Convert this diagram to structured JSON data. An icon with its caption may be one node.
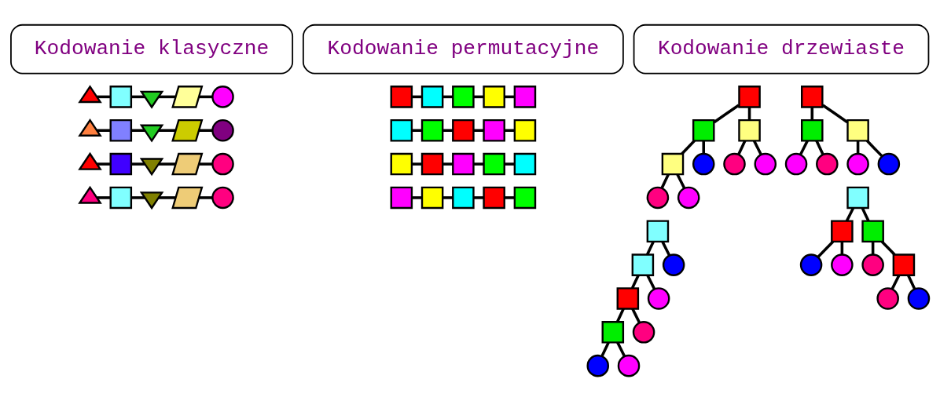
{
  "diagram": {
    "nodes": [
      {
        "text": [
          "Kodowanie klasyczne"
        ]
      },
      {
        "text": [
          "Kodowanie permutacyjne"
        ]
      },
      {
        "text": [
          "Kodowanie drzewiaste"
        ]
      },
      {
        "text": [],
        "shape": "triangle"
      },
      {
        "text": [],
        "shape": "box"
      },
      {
        "text": [],
        "shape": "triangle"
      },
      {
        "text": [],
        "shape": "parallelogram"
      },
      {
        "text": [],
        "shape": "circle"
      },
      {
        "text": [],
        "shape": "triangle"
      },
      {
        "text": [],
        "shape": "box"
      },
      {
        "text": [],
        "shape": "triangle"
      },
      {
        "text": [],
        "shape": "parallelogram"
      },
      {
        "text": [],
        "shape": "circle"
      },
      {
        "text": [],
        "shape": "triangle"
      },
      {
        "text": [],
        "shape": "box"
      },
      {
        "text": [],
        "shape": "triangle"
      },
      {
        "text": [],
        "shape": "parallelogram"
      },
      {
        "text": [],
        "shape": "circle"
      },
      {
        "text": [],
        "shape": "triangle"
      },
      {
        "text": [],
        "shape": "box"
      },
      {
        "text": [],
        "shape": "triangle"
      },
      {
        "text": [],
        "shape": "parallelogram"
      },
      {
        "text": [],
        "shape": "circle"
      },
      {
        "text": [],
        "shape": "box"
      },
      {
        "text": [],
        "shape": "box"
      },
      {
        "text": [],
        "shape": "box"
      },
      {
        "text": [],
        "shape": "box"
      },
      {
        "text": [],
        "shape": "box"
      },
      {
        "text": [],
        "shape": "box"
      },
      {
        "text": [],
        "shape": "box"
      },
      {
        "text": [],
        "shape": "box"
      },
      {
        "text": [],
        "shape": "box"
      },
      {
        "text": [],
        "shape": "box"
      },
      {
        "text": [],
        "shape": "box"
      },
      {
        "text": [],
        "shape": "box"
      },
      {
        "text": [],
        "shape": "box"
      },
      {
        "text": [],
        "shape": "box"
      },
      {
        "text": [],
        "shape": "box"
      },
      {
        "text": [],
        "shape": "box"
      },
      {
        "text": [],
        "shape": "box"
      },
      {
        "text": [],
        "shape": "box"
      },
      {
        "text": [],
        "shape": "box"
      },
      {
        "text": [],
        "shape": "box"
      },
      {
        "text": [],
        "shape": "box"
      },
      {
        "text": [],
        "shape": "box"
      },
      {
        "text": [],
        "shape": "box"
      },
      {
        "text": [],
        "shape": "box"
      },
      {
        "text": [],
        "shape": "circle"
      },
      {
        "text": [],
        "shape": "circle"
      },
      {
        "text": [],
        "shape": "circle"
      },
      {
        "text": [],
        "shape": "circle"
      },
      {
        "text": [],
        "shape": "circle"
      },
      {
        "text": [],
        "shape": "box"
      },
      {
        "text": [],
        "shape": "box"
      },
      {
        "text": [],
        "shape": "box"
      },
      {
        "text": [],
        "shape": "circle"
      },
      {
        "text": [],
        "shape": "circle"
      },
      {
        "text": [],
        "shape": "circle"
      },
      {
        "text": [],
        "shape": "circle"
      },
      {
        "text": [],
        "shape": "box"
      },
      {
        "text": [],
        "shape": "box"
      },
      {
        "text": [],
        "shape": "circle"
      },
      {
        "text": [],
        "shape": "box"
      },
      {
        "text": [],
        "shape": "circle"
      },
      {
        "text": [],
        "shape": "box"
      },
      {
        "text": [],
        "shape": "circle"
      },
      {
        "text": [],
        "shape": "circle"
      },
      {
        "text": [],
        "shape": "circle"
      },
      {
        "text": [],
        "shape": "box"
      },
      {
        "text": [],
        "shape": "box"
      },
      {
        "text": [],
        "shape": "box"
      },
      {
        "text": [],
        "shape": "circle"
      },
      {
        "text": [],
        "shape": "circle"
      },
      {
        "text": [],
        "shape": "circle"
      },
      {
        "text": [],
        "shape": "box"
      },
      {
        "text": [],
        "shape": "circle"
      },
      {
        "text": [],
        "shape": "circle"
      }
    ],
    "edges": [
      {
        "from": 3,
        "to": 4,
        "arrow": "none"
      },
      {
        "from": 4,
        "to": 5,
        "arrow": "none"
      },
      {
        "from": 5,
        "to": 6,
        "arrow": "none"
      },
      {
        "from": 6,
        "to": 7,
        "arrow": "none"
      },
      {
        "from": 8,
        "to": 9,
        "arrow": "none"
      },
      {
        "from": 9,
        "to": 10,
        "arrow": "none"
      },
      {
        "from": 10,
        "to": 11,
        "arrow": "none"
      },
      {
        "from": 11,
        "to": 12,
        "arrow": "none"
      },
      {
        "from": 13,
        "to": 14,
        "arrow": "none"
      },
      {
        "from": 14,
        "to": 15,
        "arrow": "none"
      },
      {
        "from": 15,
        "to": 16,
        "arrow": "none"
      },
      {
        "from": 16,
        "to": 17,
        "arrow": "none"
      },
      {
        "from": 18,
        "to": 19,
        "arrow": "none"
      },
      {
        "from": 19,
        "to": 20,
        "arrow": "none"
      },
      {
        "from": 20,
        "to": 21,
        "arrow": "none"
      },
      {
        "from": 21,
        "to": 22,
        "arrow": "none"
      },
      {
        "from": 23,
        "to": 24,
        "arrow": "none"
      },
      {
        "from": 24,
        "to": 25,
        "arrow": "none"
      },
      {
        "from": 25,
        "to": 26,
        "arrow": "none"
      },
      {
        "from": 26,
        "to": 27,
        "arrow": "none"
      },
      {
        "from": 28,
        "to": 29,
        "arrow": "none"
      },
      {
        "from": 29,
        "to": 30,
        "arrow": "none"
      },
      {
        "from": 30,
        "to": 31,
        "arrow": "none"
      },
      {
        "from": 31,
        "to": 32,
        "arrow": "none"
      },
      {
        "from": 33,
        "to": 34,
        "arrow": "none"
      },
      {
        "from": 34,
        "to": 35,
        "arrow": "none"
      },
      {
        "from": 35,
        "to": 36,
        "arrow": "none"
      },
      {
        "from": 36,
        "to": 37,
        "arrow": "none"
      },
      {
        "from": 38,
        "to": 39,
        "arrow": "none"
      },
      {
        "from": 39,
        "to": 40,
        "arrow": "none"
      },
      {
        "from": 40,
        "to": 41,
        "arrow": "none"
      },
      {
        "from": 41,
        "to": 42,
        "arrow": "none"
      },
      {
        "from": 43,
        "to": 44,
        "arrow": "none"
      },
      {
        "from": 43,
        "to": 45,
        "arrow": "none"
      },
      {
        "from": 44,
        "to": 46,
        "arrow": "none"
      },
      {
        "from": 44,
        "to": 47,
        "arrow": "none"
      },
      {
        "from": 45,
        "to": 48,
        "arrow": "none"
      },
      {
        "from": 45,
        "to": 49,
        "arrow": "none"
      },
      {
        "from": 46,
        "to": 50,
        "arrow": "none"
      },
      {
        "from": 46,
        "to": 51,
        "arrow": "none"
      },
      {
        "from": 52,
        "to": 53,
        "arrow": "none"
      },
      {
        "from": 52,
        "to": 54,
        "arrow": "none"
      },
      {
        "from": 53,
        "to": 55,
        "arrow": "none"
      },
      {
        "from": 53,
        "to": 56,
        "arrow": "none"
      },
      {
        "from": 54,
        "to": 57,
        "arrow": "none"
      },
      {
        "from": 54,
        "to": 58,
        "arrow": "none"
      },
      {
        "from": 59,
        "to": 60,
        "arrow": "none"
      },
      {
        "from": 59,
        "to": 61,
        "arrow": "none"
      },
      {
        "from": 60,
        "to": 62,
        "arrow": "none"
      },
      {
        "from": 60,
        "to": 63,
        "arrow": "none"
      },
      {
        "from": 62,
        "to": 64,
        "arrow": "none"
      },
      {
        "from": 62,
        "to": 65,
        "arrow": "none"
      },
      {
        "from": 64,
        "to": 66,
        "arrow": "none"
      },
      {
        "from": 64,
        "to": 67,
        "arrow": "none"
      },
      {
        "from": 68,
        "to": 69,
        "arrow": "none"
      },
      {
        "from": 68,
        "to": 70,
        "arrow": "none"
      },
      {
        "from": 69,
        "to": 71,
        "arrow": "none"
      },
      {
        "from": 69,
        "to": 72,
        "arrow": "none"
      },
      {
        "from": 70,
        "to": 73,
        "arrow": "none"
      },
      {
        "from": 70,
        "to": 74,
        "arrow": "none"
      },
      {
        "from": 74,
        "to": 75,
        "arrow": "none"
      },
      {
        "from": 74,
        "to": 76,
        "arrow": "none"
      }
    ]
  }
}
